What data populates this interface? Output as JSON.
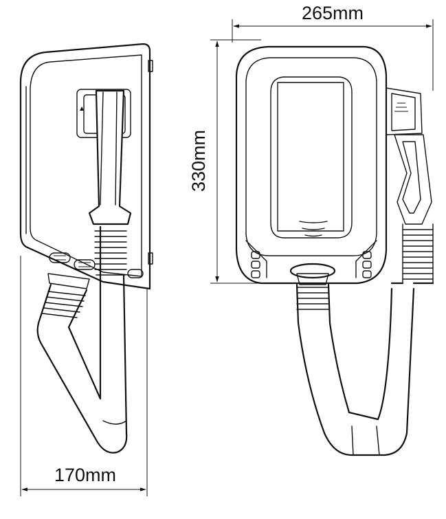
{
  "dimensions": {
    "width_label": "265mm",
    "height_label": "330mm",
    "depth_label": "170mm"
  },
  "colors": {
    "line": "#111111",
    "background": "#ffffff"
  }
}
